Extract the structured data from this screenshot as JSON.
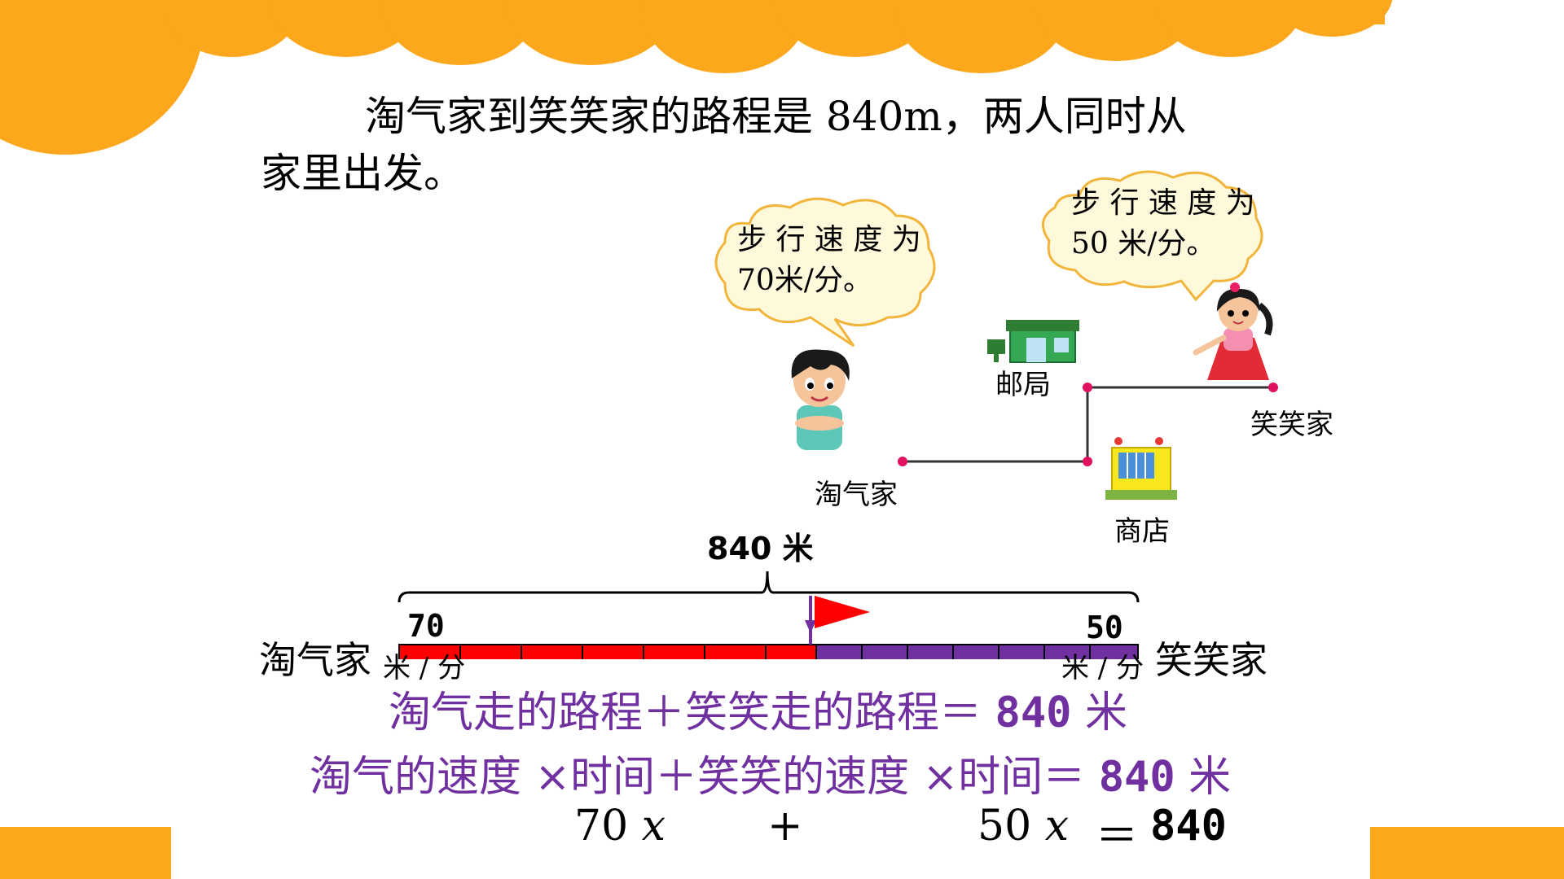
{
  "problem": {
    "line1": "淘气家到笑笑家的路程是 840m，两人同时从",
    "line2": "家里出发。"
  },
  "bubbles": {
    "taoqi": "步 行 速 度 为\n70米/分。",
    "xiaoxiao": "步 行 速 度 为\n50 米/分。"
  },
  "map": {
    "post_office": "邮局",
    "store": "商店",
    "taoqi_home": "淘气家",
    "xiaoxiao_home": "笑笑家"
  },
  "segment": {
    "total": "840 米",
    "left_speed": "70",
    "left_unit": "米 / 分",
    "right_speed": "50",
    "right_unit": "米 / 分",
    "left_end": "淘气家",
    "right_end": "笑笑家"
  },
  "equations": {
    "eq1_text": "淘气走的路程＋笑笑走的路程＝ ",
    "eq1_num": "840",
    "eq1_unit": " 米",
    "eq2_text": "淘气的速度 ×时间＋笑笑的速度 ×时间＝ ",
    "eq2_num": "840",
    "eq2_unit": " 米",
    "eq3_left_coef": "70 ",
    "eq3_var": "x",
    "eq3_plus": "+",
    "eq3_right_coef": "50 ",
    "eq3_var2": "x",
    "eq3_eq": "＝",
    "eq3_total": "840"
  },
  "colors": {
    "accent_orange": "#FDA71D",
    "taoqi_bar": "#FF0000",
    "xiaoxiao_bar": "#7030A0",
    "equation_text": "#7030A0",
    "map_point": "#E0115F"
  }
}
